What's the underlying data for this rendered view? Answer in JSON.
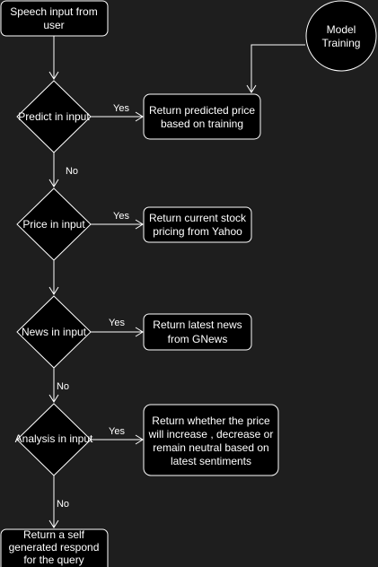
{
  "nodes": {
    "start": [
      "Speech input from",
      "user"
    ],
    "model_training": [
      "Model",
      "Training"
    ],
    "predict_decision": [
      "Predict in input"
    ],
    "predict_result": [
      "Return predicted price",
      "based on training"
    ],
    "price_decision": [
      "Price in input"
    ],
    "price_result": [
      "Return current stock",
      "pricing from Yahoo"
    ],
    "news_decision": [
      "News in input"
    ],
    "news_result": [
      "Return latest news",
      "from GNews"
    ],
    "analysis_decision": [
      "Analysis in input"
    ],
    "analysis_result": [
      "Return whether the price",
      "will increase , decrease or",
      "remain neutral based on",
      "latest sentiments"
    ],
    "fallback_result": [
      "Return a self",
      "generated respond",
      "for the query"
    ]
  },
  "edges": {
    "predict_yes": "Yes",
    "predict_no": "No",
    "price_yes": "Yes",
    "news_yes": "Yes",
    "news_no": "No",
    "analysis_yes": "Yes",
    "analysis_no": "No"
  }
}
